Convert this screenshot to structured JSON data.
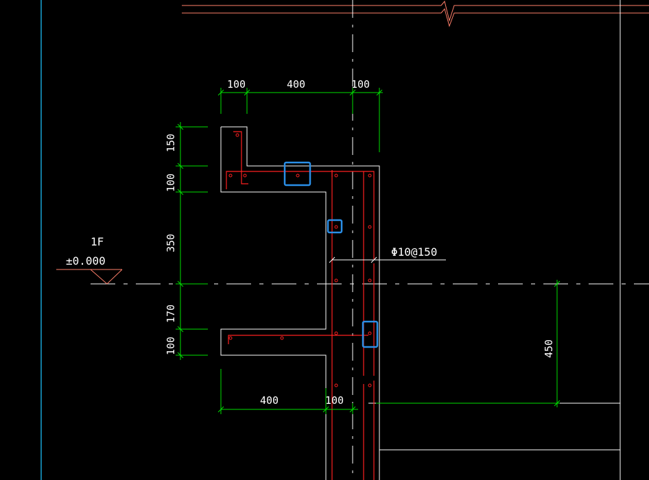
{
  "drawing": {
    "level_name": "1F",
    "level_elevation": "±0.000",
    "rebar_annotation": "Φ10@150",
    "top_dims": [
      "100",
      "400",
      "100"
    ],
    "left_dims": [
      "150",
      "100",
      "350",
      "170",
      "100"
    ],
    "bottom_dims": [
      "400",
      "100"
    ],
    "right_dim": "450"
  },
  "colors": {
    "background": "#000000",
    "concrete_outline": "#ffffff",
    "rebar": "#ff2020",
    "dimension": "#00e000",
    "reference_line": "#ff7f6a",
    "axis_line": "#ffffff",
    "border_line": "#19a6d8",
    "highlight_box": "#2b8fe8"
  }
}
